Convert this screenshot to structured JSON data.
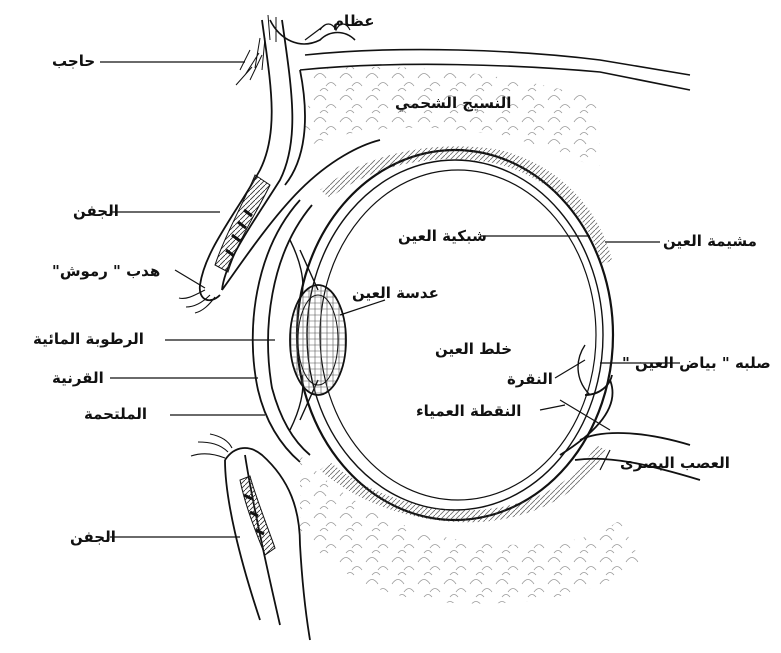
{
  "diagram": {
    "labels": {
      "bone": "عظام",
      "eyebrow": "حاجب",
      "fatty_tissue": "النسيج الشحمي",
      "upper_eyelid": "الجفن",
      "choroid": "مشيمة العين",
      "retina": "شبكية العين",
      "eyelashes": "هدب \" رموش\"",
      "lens": "عدسة العين",
      "aqueous_humor": "الرطوبة المائية",
      "vitreous_humor": "خلط العين",
      "cornea": "القرنية",
      "fovea": "النقرة",
      "sclera": "صلبه \" بياض العين \"",
      "conjunctiva": "الملتحمة",
      "blind_spot": "النقطة العمياء",
      "optic_nerve": "العصب البصرى",
      "lower_eyelid": "الجفن"
    },
    "colors": {
      "line": "#111111",
      "texture": "#8a8a8a",
      "background": "#ffffff"
    }
  }
}
